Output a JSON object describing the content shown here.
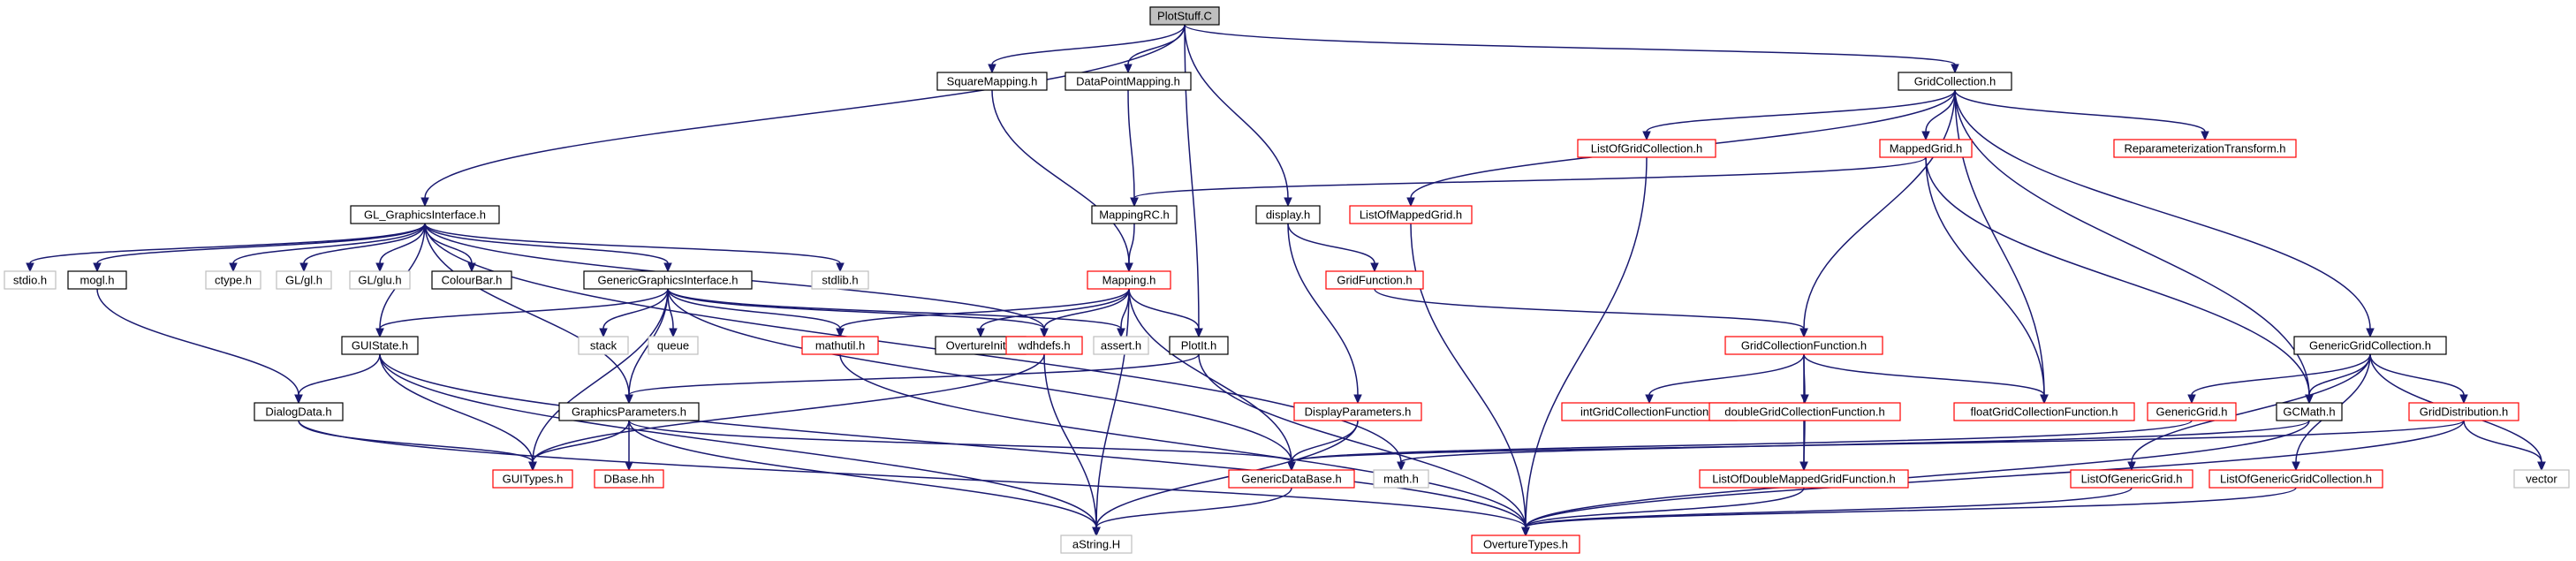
{
  "graph": {
    "nodes": [
      {
        "id": "plotstuff",
        "label": "PlotStuff.C",
        "style": "root"
      },
      {
        "id": "squaremapping",
        "label": "SquareMapping.h",
        "style": "normal"
      },
      {
        "id": "datapointmapping",
        "label": "DataPointMapping.h",
        "style": "normal"
      },
      {
        "id": "gridcollection",
        "label": "GridCollection.h",
        "style": "normal"
      },
      {
        "id": "gl_graphicsinterface",
        "label": "GL_GraphicsInterface.h",
        "style": "normal"
      },
      {
        "id": "listofgridcollection",
        "label": "ListOfGridCollection.h",
        "style": "truncated"
      },
      {
        "id": "mappedgrid",
        "label": "MappedGrid.h",
        "style": "truncated"
      },
      {
        "id": "reparameterizationtransform",
        "label": "ReparameterizationTransform.h",
        "style": "truncated"
      },
      {
        "id": "mappingrc",
        "label": "MappingRC.h",
        "style": "normal"
      },
      {
        "id": "display",
        "label": "display.h",
        "style": "normal"
      },
      {
        "id": "listofmappedgrid",
        "label": "ListOfMappedGrid.h",
        "style": "truncated"
      },
      {
        "id": "stdio",
        "label": "stdio.h",
        "style": "system"
      },
      {
        "id": "mogl",
        "label": "mogl.h",
        "style": "normal"
      },
      {
        "id": "ctype",
        "label": "ctype.h",
        "style": "system"
      },
      {
        "id": "glgl",
        "label": "GL/gl.h",
        "style": "system"
      },
      {
        "id": "glglu",
        "label": "GL/glu.h",
        "style": "system"
      },
      {
        "id": "colourbar",
        "label": "ColourBar.h",
        "style": "normal"
      },
      {
        "id": "genericgraphicsinterface",
        "label": "GenericGraphicsInterface.h",
        "style": "normal"
      },
      {
        "id": "stdlib",
        "label": "stdlib.h",
        "style": "system"
      },
      {
        "id": "mapping",
        "label": "Mapping.h",
        "style": "truncated"
      },
      {
        "id": "gridfunction",
        "label": "GridFunction.h",
        "style": "truncated"
      },
      {
        "id": "guistate",
        "label": "GUIState.h",
        "style": "normal"
      },
      {
        "id": "stack",
        "label": "stack",
        "style": "system"
      },
      {
        "id": "queue",
        "label": "queue",
        "style": "system"
      },
      {
        "id": "mathutil",
        "label": "mathutil.h",
        "style": "truncated"
      },
      {
        "id": "overtureinit",
        "label": "OvertureInit.h",
        "style": "normal"
      },
      {
        "id": "wdhdefs",
        "label": "wdhdefs.h",
        "style": "truncated"
      },
      {
        "id": "assert",
        "label": "assert.h",
        "style": "system"
      },
      {
        "id": "plotit",
        "label": "PlotIt.h",
        "style": "normal"
      },
      {
        "id": "gridcollectionfunction",
        "label": "GridCollectionFunction.h",
        "style": "truncated"
      },
      {
        "id": "genericgridcollection",
        "label": "GenericGridCollection.h",
        "style": "normal"
      },
      {
        "id": "dialogdata",
        "label": "DialogData.h",
        "style": "normal"
      },
      {
        "id": "graphicsparameters",
        "label": "GraphicsParameters.h",
        "style": "normal"
      },
      {
        "id": "displayparameters",
        "label": "DisplayParameters.h",
        "style": "truncated"
      },
      {
        "id": "intgridcollectionfunction",
        "label": "intGridCollectionFunction.h",
        "style": "truncated"
      },
      {
        "id": "doublegridcollectionfunction",
        "label": "doubleGridCollectionFunction.h",
        "style": "truncated"
      },
      {
        "id": "floatgridcollectionfunction",
        "label": "floatGridCollectionFunction.h",
        "style": "truncated"
      },
      {
        "id": "genericgrid",
        "label": "GenericGrid.h",
        "style": "truncated"
      },
      {
        "id": "gcmath",
        "label": "GCMath.h",
        "style": "normal"
      },
      {
        "id": "griddistribution",
        "label": "GridDistribution.h",
        "style": "truncated"
      },
      {
        "id": "guitypes",
        "label": "GUITypes.h",
        "style": "truncated"
      },
      {
        "id": "dbase",
        "label": "DBase.hh",
        "style": "truncated"
      },
      {
        "id": "genericdatabase",
        "label": "GenericDataBase.h",
        "style": "truncated"
      },
      {
        "id": "math",
        "label": "math.h",
        "style": "system"
      },
      {
        "id": "listofdoublemappedgridfunction",
        "label": "ListOfDoubleMappedGridFunction.h",
        "style": "truncated"
      },
      {
        "id": "listofgenericgrid",
        "label": "ListOfGenericGrid.h",
        "style": "truncated"
      },
      {
        "id": "listofgenericgridcollection",
        "label": "ListOfGenericGridCollection.h",
        "style": "truncated"
      },
      {
        "id": "vector",
        "label": "vector",
        "style": "system"
      },
      {
        "id": "astring",
        "label": "aString.H",
        "style": "system"
      },
      {
        "id": "overturetypes",
        "label": "OvertureTypes.h",
        "style": "truncated"
      }
    ],
    "edges": [
      [
        "plotstuff",
        "squaremapping"
      ],
      [
        "plotstuff",
        "datapointmapping"
      ],
      [
        "plotstuff",
        "gridcollection"
      ],
      [
        "plotstuff",
        "gl_graphicsinterface"
      ],
      [
        "plotstuff",
        "display"
      ],
      [
        "plotstuff",
        "plotit"
      ],
      [
        "squaremapping",
        "mapping"
      ],
      [
        "datapointmapping",
        "mappingrc"
      ],
      [
        "gridcollection",
        "listofgridcollection"
      ],
      [
        "gridcollection",
        "mappedgrid"
      ],
      [
        "gridcollection",
        "reparameterizationtransform"
      ],
      [
        "gridcollection",
        "listofmappedgrid"
      ],
      [
        "gridcollection",
        "gridcollectionfunction"
      ],
      [
        "gridcollection",
        "genericgridcollection"
      ],
      [
        "gridcollection",
        "floatgridcollectionfunction"
      ],
      [
        "gridcollection",
        "gcmath"
      ],
      [
        "gl_graphicsinterface",
        "stdio"
      ],
      [
        "gl_graphicsinterface",
        "mogl"
      ],
      [
        "gl_graphicsinterface",
        "ctype"
      ],
      [
        "gl_graphicsinterface",
        "glgl"
      ],
      [
        "gl_graphicsinterface",
        "glglu"
      ],
      [
        "gl_graphicsinterface",
        "colourbar"
      ],
      [
        "gl_graphicsinterface",
        "genericgraphicsinterface"
      ],
      [
        "gl_graphicsinterface",
        "stdlib"
      ],
      [
        "gl_graphicsinterface",
        "guistate"
      ],
      [
        "gl_graphicsinterface",
        "graphicsparameters"
      ],
      [
        "gl_graphicsinterface",
        "wdhdefs"
      ],
      [
        "gl_graphicsinterface",
        "math"
      ],
      [
        "mappedgrid",
        "mappingrc"
      ],
      [
        "mappedgrid",
        "floatgridcollectionfunction"
      ],
      [
        "mappedgrid",
        "gcmath"
      ],
      [
        "listofgridcollection",
        "overturetypes"
      ],
      [
        "listofmappedgrid",
        "overturetypes"
      ],
      [
        "mappingrc",
        "mapping"
      ],
      [
        "display",
        "gridfunction"
      ],
      [
        "display",
        "displayparameters"
      ],
      [
        "mogl",
        "dialogdata"
      ],
      [
        "genericgraphicsinterface",
        "guistate"
      ],
      [
        "genericgraphicsinterface",
        "stack"
      ],
      [
        "genericgraphicsinterface",
        "queue"
      ],
      [
        "genericgraphicsinterface",
        "mathutil"
      ],
      [
        "genericgraphicsinterface",
        "wdhdefs"
      ],
      [
        "genericgraphicsinterface",
        "assert"
      ],
      [
        "genericgraphicsinterface",
        "graphicsparameters"
      ],
      [
        "genericgraphicsinterface",
        "guitypes"
      ],
      [
        "genericgraphicsinterface",
        "genericdatabase"
      ],
      [
        "mapping",
        "mathutil"
      ],
      [
        "mapping",
        "overtureinit"
      ],
      [
        "mapping",
        "wdhdefs"
      ],
      [
        "mapping",
        "assert"
      ],
      [
        "mapping",
        "plotit"
      ],
      [
        "mapping",
        "genericdatabase"
      ],
      [
        "mapping",
        "astring"
      ],
      [
        "gridfunction",
        "gridcollectionfunction"
      ],
      [
        "guistate",
        "dialogdata"
      ],
      [
        "guistate",
        "guitypes"
      ],
      [
        "guistate",
        "astring"
      ],
      [
        "guistate",
        "overturetypes"
      ],
      [
        "mathutil",
        "overturetypes"
      ],
      [
        "wdhdefs",
        "astring"
      ],
      [
        "wdhdefs",
        "guitypes"
      ],
      [
        "plotit",
        "graphicsparameters"
      ],
      [
        "plotit",
        "overturetypes"
      ],
      [
        "gridcollectionfunction",
        "intgridcollectionfunction"
      ],
      [
        "gridcollectionfunction",
        "doublegridcollectionfunction"
      ],
      [
        "gridcollectionfunction",
        "floatgridcollectionfunction"
      ],
      [
        "gridcollectionfunction",
        "listofdoublemappedgridfunction"
      ],
      [
        "genericgridcollection",
        "genericgrid"
      ],
      [
        "genericgridcollection",
        "gcmath"
      ],
      [
        "genericgridcollection",
        "griddistribution"
      ],
      [
        "genericgridcollection",
        "listofgenericgrid"
      ],
      [
        "genericgridcollection",
        "listofgenericgridcollection"
      ],
      [
        "genericgridcollection",
        "vector"
      ],
      [
        "dialogdata",
        "guitypes"
      ],
      [
        "dialogdata",
        "overturetypes"
      ],
      [
        "graphicsparameters",
        "guitypes"
      ],
      [
        "graphicsparameters",
        "dbase"
      ],
      [
        "graphicsparameters",
        "genericdatabase"
      ],
      [
        "graphicsparameters",
        "astring"
      ],
      [
        "displayparameters",
        "genericdatabase"
      ],
      [
        "displayparameters",
        "astring"
      ],
      [
        "doublegridcollectionfunction",
        "listofdoublemappedgridfunction"
      ],
      [
        "genericgrid",
        "genericdatabase"
      ],
      [
        "gcmath",
        "math"
      ],
      [
        "gcmath",
        "overturetypes"
      ],
      [
        "griddistribution",
        "genericdatabase"
      ],
      [
        "griddistribution",
        "vector"
      ],
      [
        "griddistribution",
        "overturetypes"
      ],
      [
        "genericdatabase",
        "astring"
      ],
      [
        "listofdoublemappedgridfunction",
        "overturetypes"
      ],
      [
        "listofgenericgrid",
        "overturetypes"
      ],
      [
        "listofgenericgridcollection",
        "overturetypes"
      ]
    ]
  },
  "colors": {
    "edge": "#191970",
    "root_fill": "#bfbfbf",
    "normal_border": "#000000",
    "truncated_border": "#ff0000",
    "system_border": "#bfbfbf",
    "node_fill": "#ffffff"
  }
}
